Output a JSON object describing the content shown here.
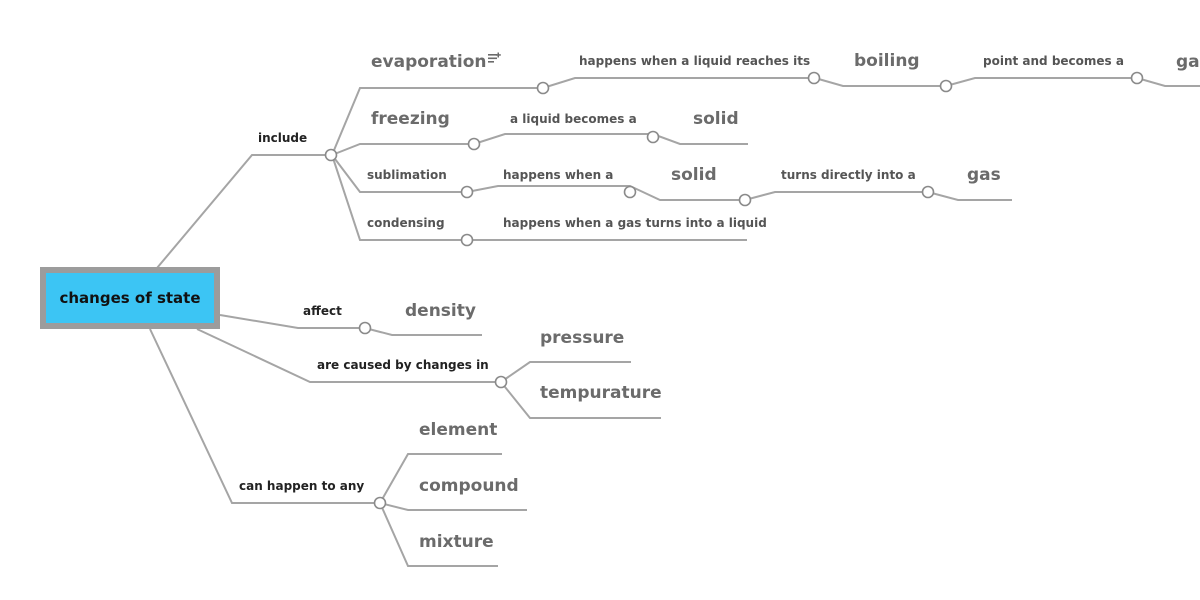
{
  "root": {
    "label": "changes of state"
  },
  "links": {
    "include": "include",
    "affect": "affect",
    "caused_by": "are caused by changes in",
    "happen_to": "can happen to any",
    "evap_link": "happens when a liquid reaches its",
    "boiling_link": "point and becomes a",
    "freezing_link": "a liquid becomes a",
    "subl_link1": "happens when a",
    "subl_link2": "turns directly into a",
    "cond_link": "happens when a gas turns into a liquid"
  },
  "concepts": {
    "evaporation": "evaporation",
    "boiling": "boiling",
    "gas_top": "gas",
    "freezing": "freezing",
    "solid_freeze": "solid",
    "sublimation": "sublimation",
    "solid_subl": "solid",
    "gas_subl": "gas",
    "condensing": "condensing",
    "density": "density",
    "pressure": "pressure",
    "tempurature": "tempurature",
    "element": "element",
    "compound": "compound",
    "mixture": "mixture"
  },
  "icons": {
    "notes": "notes-icon"
  },
  "colors": {
    "root_fill": "#3cc5f4",
    "root_border": "#9c9c9c",
    "line": "#a5a5a5"
  }
}
